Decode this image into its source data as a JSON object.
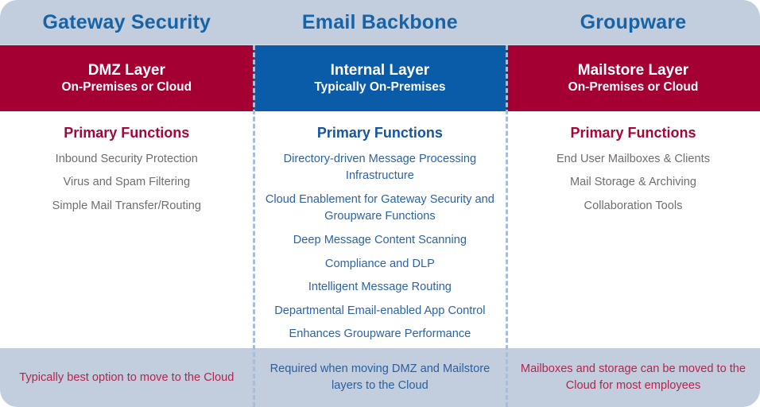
{
  "diagram": {
    "title_row": [
      {
        "label": "Gateway Security"
      },
      {
        "label": "Email Backbone"
      },
      {
        "label": "Groupware"
      }
    ],
    "layer_row": [
      {
        "name": "DMZ Layer",
        "subtitle": "On-Premises or Cloud",
        "color": "#a50034"
      },
      {
        "name": "Internal Layer",
        "subtitle": "Typically On-Premises",
        "color": "#0b5ca8"
      },
      {
        "name": "Mailstore Layer",
        "subtitle": "On-Premises or Cloud",
        "color": "#a50034"
      }
    ],
    "columns": [
      {
        "heading": "Primary Functions",
        "heading_color": "#a5063a",
        "text_color": "#6e6e6e",
        "functions": [
          "Inbound Security Protection",
          "Virus and Spam Filtering",
          "Simple Mail Transfer/Routing"
        ]
      },
      {
        "heading": "Primary Functions",
        "heading_color": "#14559e",
        "text_color": "#2c63a4",
        "functions": [
          "Directory-driven Message Processing Infrastructure",
          "Cloud Enablement for Gateway Security and Groupware Functions",
          "Deep Message Content Scanning",
          "Compliance and DLP",
          "Intelligent Message Routing",
          "Departmental Email-enabled App Control",
          "Enhances Groupware Performance"
        ]
      },
      {
        "heading": "Primary Functions",
        "heading_color": "#a5063a",
        "text_color": "#6e6e6e",
        "functions": [
          "End User Mailboxes & Clients",
          "Mail Storage & Archiving",
          "Collaboration Tools"
        ]
      }
    ],
    "notes": [
      {
        "text": "Typically best option to move to the Cloud",
        "color": "#b32450"
      },
      {
        "text": "Required when moving DMZ and Mailstore layers to the Cloud",
        "color": "#2a5f9e"
      },
      {
        "text": "Mailboxes and storage can be moved to the Cloud for most employees",
        "color": "#b32450"
      }
    ],
    "palette": {
      "panel_background": "#c2cedd",
      "body_background": "#ffffff",
      "crimson": "#a50034",
      "blue": "#0b5ca8",
      "title_blue": "#1663a8",
      "divider": "#a8bdd6"
    }
  }
}
